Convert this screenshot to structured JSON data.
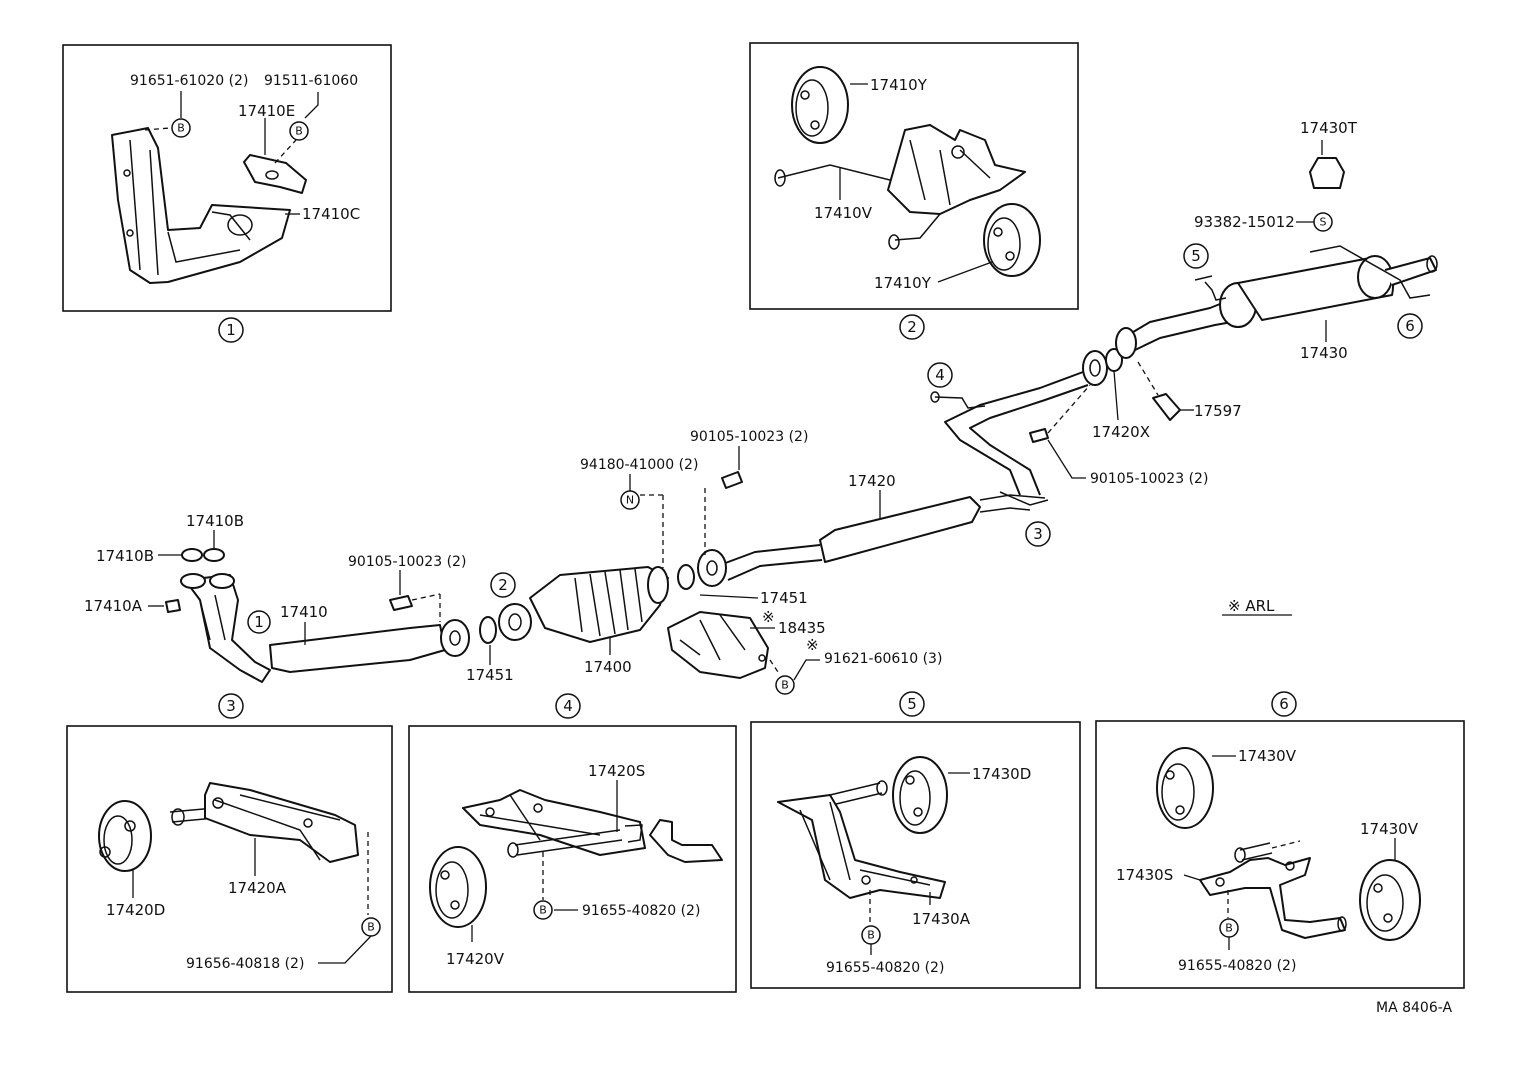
{
  "diagram": {
    "section_numbers": [
      "1",
      "2",
      "3",
      "4",
      "5",
      "6"
    ],
    "letters": {
      "B": "B",
      "S": "S",
      "N": "N"
    },
    "arl_note": "※ ARL",
    "drawing_code": "MA 8406-A",
    "box1": {
      "bolt": "91651-61020 (2)",
      "nut": "91511-61060",
      "bracket_e": "17410E",
      "bracket_c": "17410C"
    },
    "box2": {
      "hanger_top": "17410Y",
      "stay": "17410V",
      "hanger_bottom": "17410Y"
    },
    "main": {
      "insulator_t": "17430T",
      "screw": "93382-15012",
      "tail_pipe": "17430",
      "clamp": "17597",
      "gasket_x": "17420X",
      "bolt_center": "90105-10023 (2)",
      "center_pipe": "17420",
      "bolt_cat": "90105-10023 (2)",
      "nut_cat": "94180-41000 (2)",
      "gasket_451_right": "17451",
      "heat_insulator": "18435",
      "heat_mark": "※",
      "bolt_heat": "91621-60610 (3)",
      "bolt_heat_mark": "※",
      "converter": "17400",
      "gasket_451_left": "17451",
      "front_pipe": "17410",
      "bolt_front": "90105-10023 (2)",
      "gasket_b_top": "17410B",
      "gasket_b_left": "17410B",
      "nut_a": "17410A"
    },
    "box3": {
      "cushion": "17420D",
      "bracket": "17420A",
      "bolt": "91656-40818 (2)"
    },
    "box4": {
      "bracket": "17420S",
      "bolt": "91655-40820 (2)",
      "cushion": "17420V"
    },
    "box5": {
      "cushion": "17430D",
      "bracket": "17430A",
      "bolt": "91655-40820 (2)"
    },
    "box6": {
      "cushion_top": "17430V",
      "cushion_right": "17430V",
      "bracket": "17430S",
      "bolt": "91655-40820 (2)"
    }
  }
}
